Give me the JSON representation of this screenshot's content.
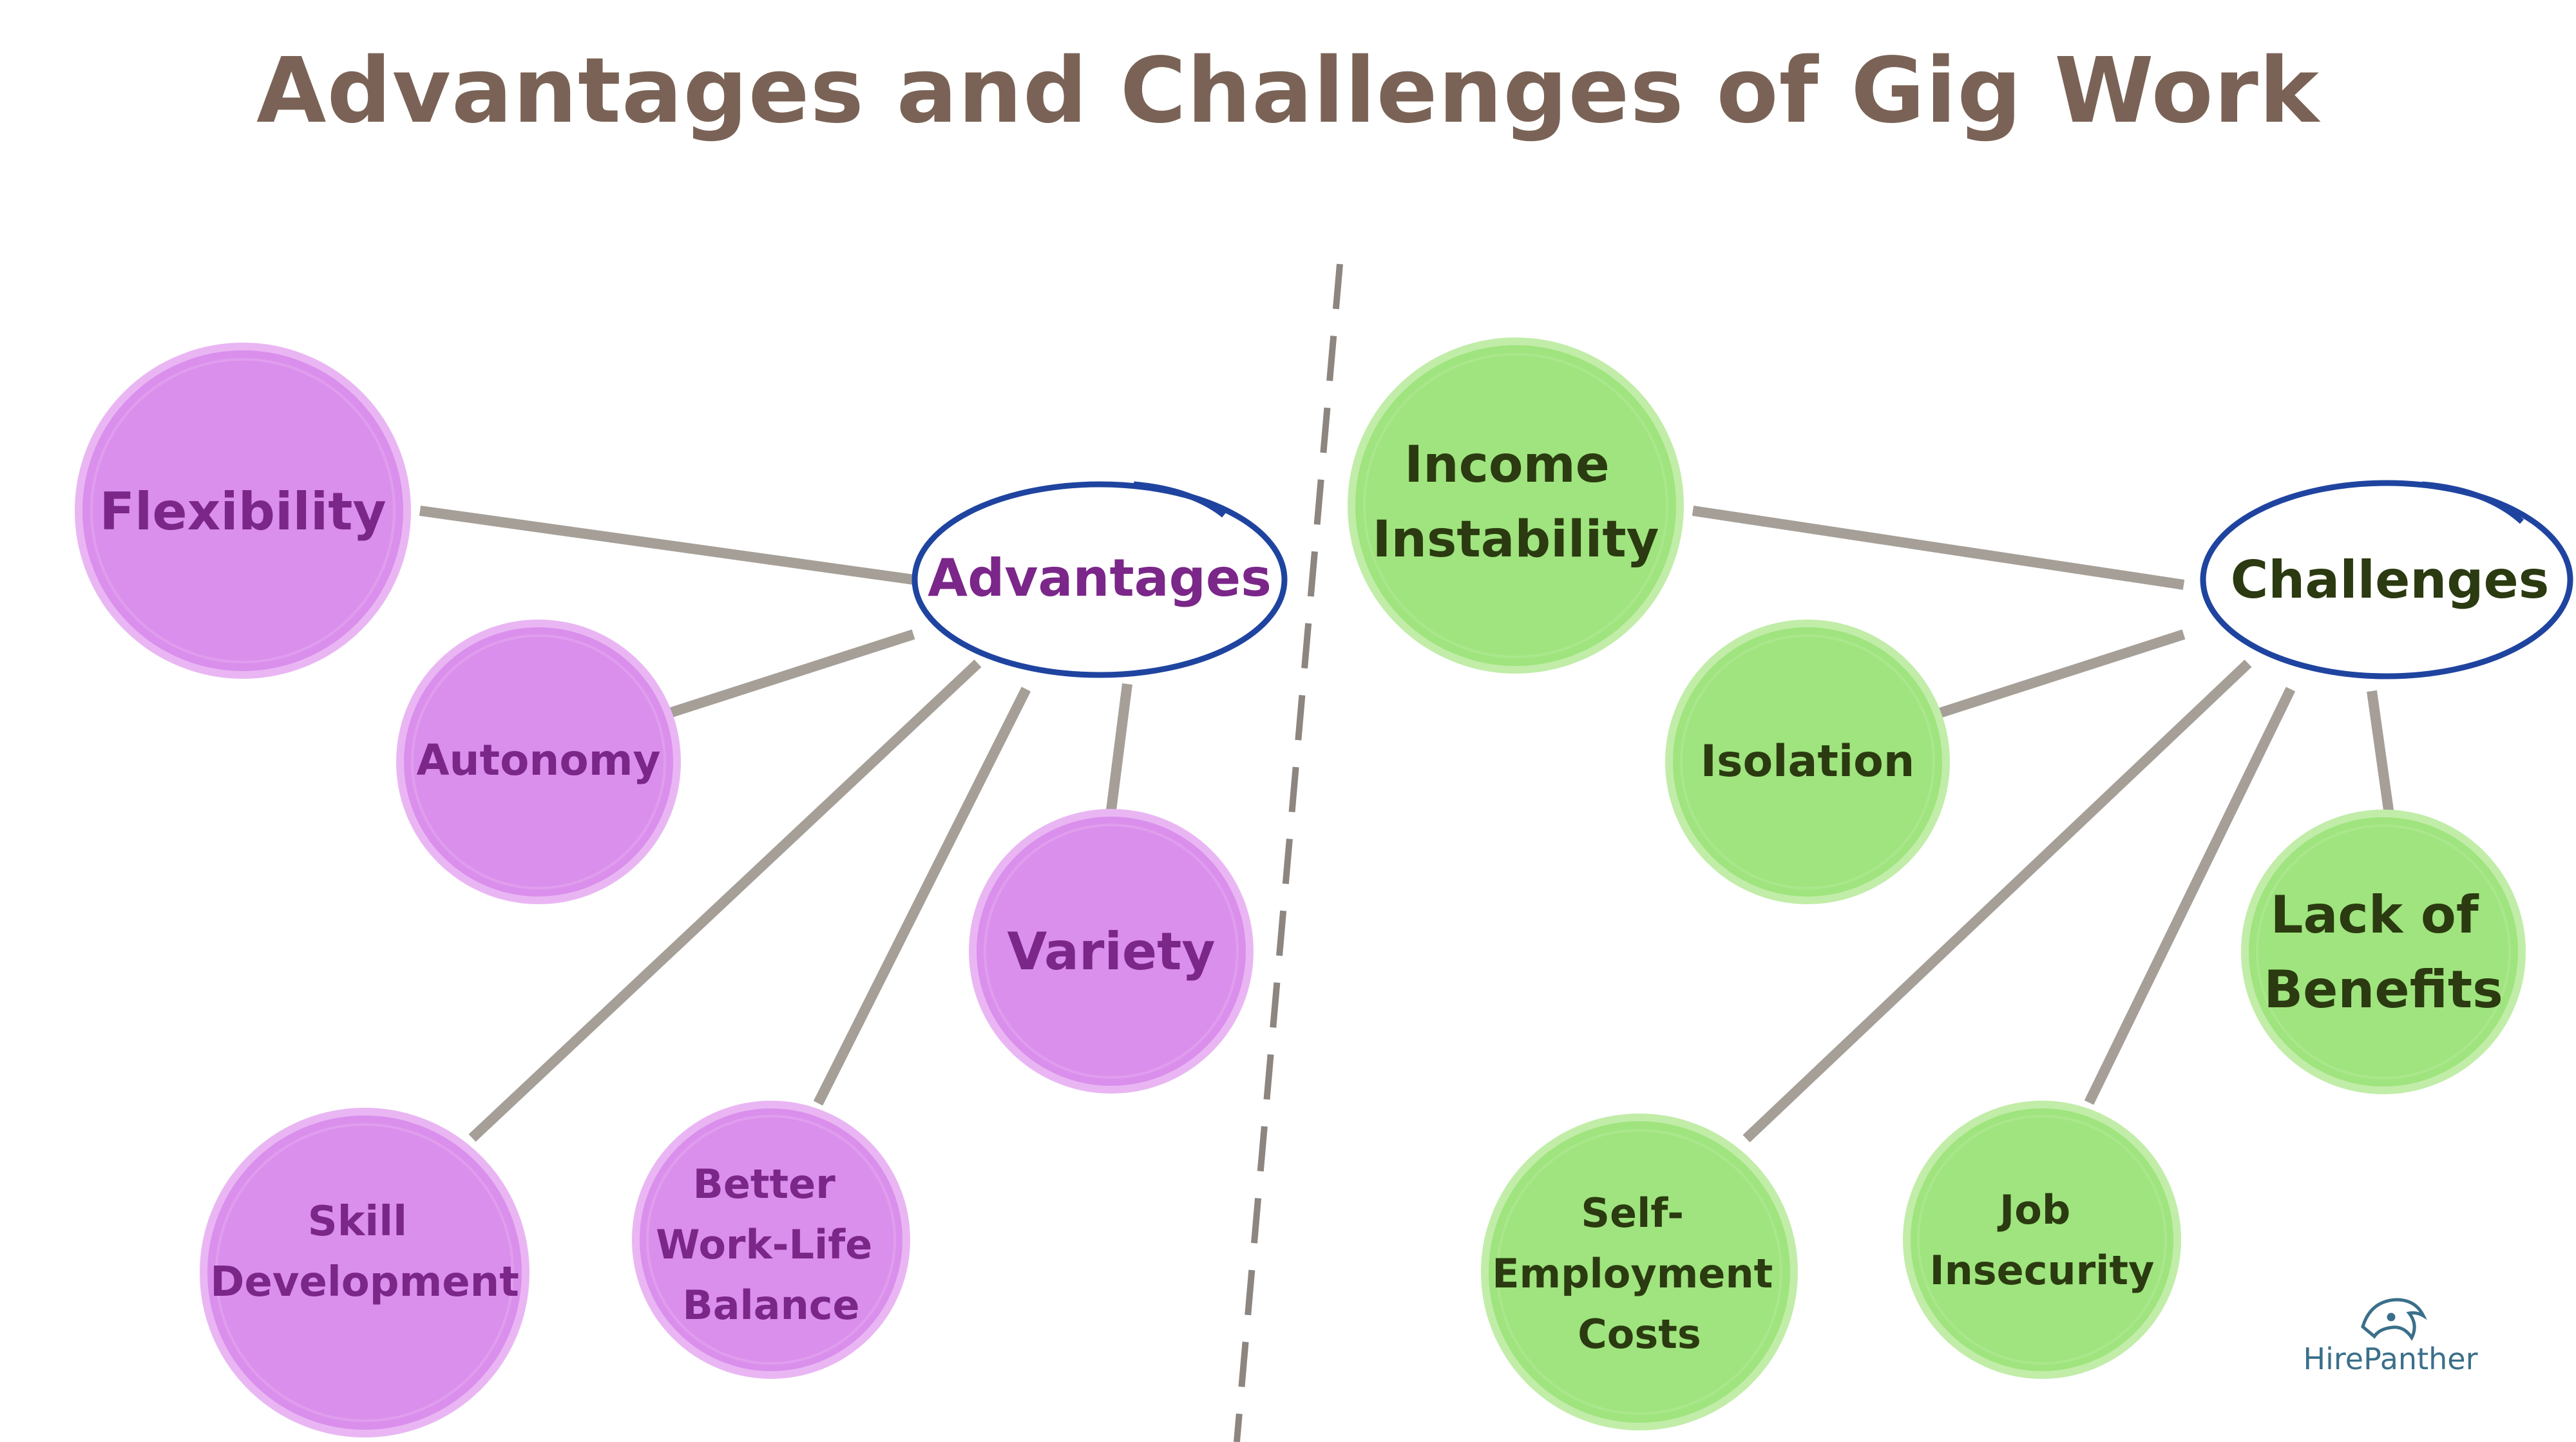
{
  "title": "Advantages and Challenges of Gig Work",
  "colors": {
    "title": "#7a6356",
    "advantage_fill": "#da8fec",
    "advantage_text": "#7b2689",
    "challenge_fill": "#9fe47e",
    "challenge_text": "#2b3a10",
    "hub_stroke": "#1f44a0",
    "connector": "#a59f98",
    "divider": "#8c8580"
  },
  "advantages": {
    "hub_label": "Advantages",
    "nodes": [
      {
        "lines": [
          "Flexibility"
        ]
      },
      {
        "lines": [
          "Autonomy"
        ]
      },
      {
        "lines": [
          "Variety"
        ]
      },
      {
        "lines": [
          "Skill",
          "Development"
        ]
      },
      {
        "lines": [
          "Better",
          "Work-Life",
          "Balance"
        ]
      }
    ]
  },
  "challenges": {
    "hub_label": "Challenges",
    "nodes": [
      {
        "lines": [
          "Income",
          "Instability"
        ]
      },
      {
        "lines": [
          "Isolation"
        ]
      },
      {
        "lines": [
          "Lack of",
          "Benefits"
        ]
      },
      {
        "lines": [
          "Self-",
          "Employment",
          "Costs"
        ]
      },
      {
        "lines": [
          "Job",
          "Insecurity"
        ]
      }
    ]
  },
  "logo": {
    "name": "HirePanther",
    "icon": "panther-icon"
  }
}
